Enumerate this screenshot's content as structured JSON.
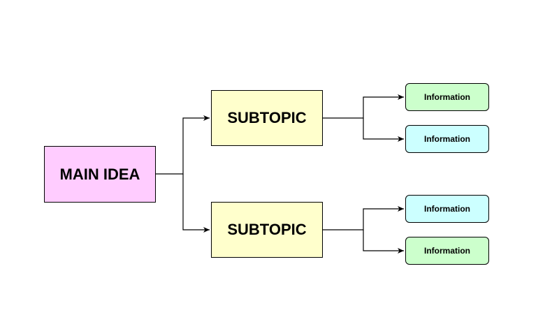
{
  "colors": {
    "main_fill": "#ffccff",
    "subtopic_fill": "#ffffcc",
    "info_green_fill": "#ccffcc",
    "info_cyan_fill": "#ccffff",
    "stroke": "#000000"
  },
  "diagram": {
    "main": {
      "label": "MAIN IDEA",
      "color": "main_fill"
    },
    "subtopics": [
      {
        "label": "SUBTOPIC",
        "color": "subtopic_fill"
      },
      {
        "label": "SUBTOPIC",
        "color": "subtopic_fill"
      }
    ],
    "info": [
      {
        "label": "Information",
        "color": "info_green_fill"
      },
      {
        "label": "Information",
        "color": "info_cyan_fill"
      },
      {
        "label": "Information",
        "color": "info_cyan_fill"
      },
      {
        "label": "Information",
        "color": "info_green_fill"
      }
    ]
  }
}
